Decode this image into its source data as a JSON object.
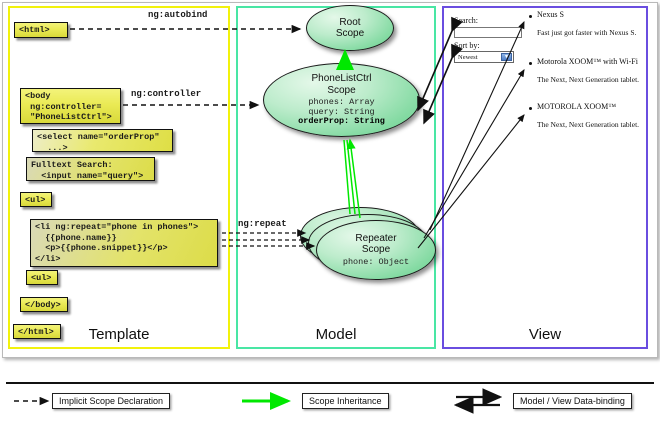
{
  "panels": {
    "template": {
      "label": "Template"
    },
    "model": {
      "label": "Model"
    },
    "view": {
      "label": "View"
    }
  },
  "template_code": {
    "html_open": "<html>",
    "body_open": "<body\n ng:controller=\n \"PhoneListCtrl\">",
    "select": "<select name=\"orderProp\"\n  ...>",
    "search": "Fulltext Search:\n  <input name=\"query\">",
    "ul_open": "<ul>",
    "li_repeat": "<li ng:repeat=\"phone in phones\">\n  {{phone.name}}\n  <p>{{phone.snippet}}</p>\n</li>",
    "ul_close": "<ul>",
    "body_close": "</body>",
    "html_close": "</html>"
  },
  "wires": {
    "autobind": "ng:autobind",
    "controller": "ng:controller",
    "repeat": "ng:repeat"
  },
  "model": {
    "root_scope": {
      "title_line1": "Root",
      "title_line2": "Scope"
    },
    "phonelist_scope": {
      "title_line1": "PhoneListCtrl",
      "title_line2": "Scope",
      "props": [
        "phones: Array",
        "query: String"
      ],
      "prop_bold": "orderProp: String"
    },
    "repeater_scope": {
      "title_line1": "Repeater",
      "title_line2": "Scope",
      "prop": "phone: Object"
    }
  },
  "view": {
    "search_label": "Search:",
    "search_value": "",
    "sort_label": "Sort by:",
    "sort_selected": "Newest",
    "phones": [
      {
        "name": "Nexus S",
        "snippet": "Fast just got faster with Nexus S."
      },
      {
        "name": "Motorola XOOM™ with Wi-Fi",
        "snippet": "The Next, Next Generation tablet."
      },
      {
        "name": "MOTOROLA XOOM™",
        "snippet": "The Next, Next Generation tablet."
      }
    ]
  },
  "legend": {
    "implicit": "Implicit Scope Declaration",
    "inheritance": "Scope Inheritance",
    "databinding": "Model / View Data-binding"
  },
  "colors": {
    "template_border": "#f2f20c",
    "model_border": "#49e6a4",
    "view_border": "#6a4de0",
    "inheritance_green": "#00e800",
    "code_yellow": "#e6e64b"
  }
}
